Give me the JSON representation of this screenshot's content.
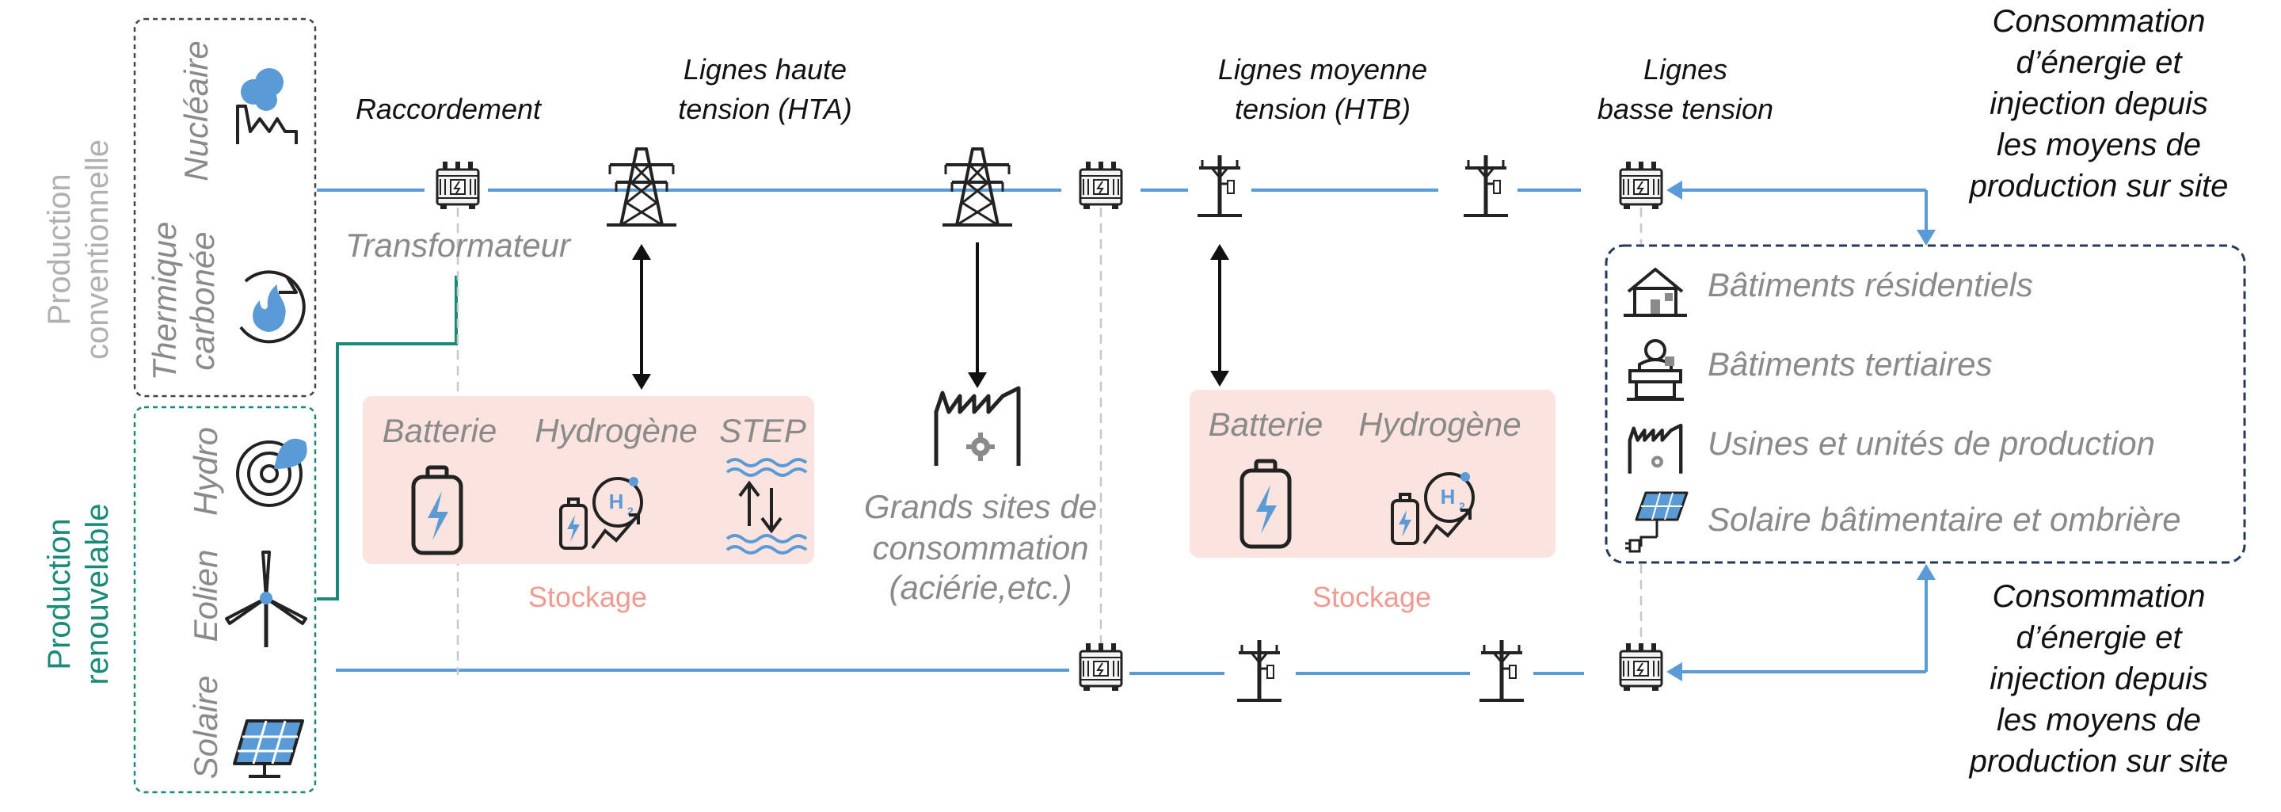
{
  "side_labels": {
    "conventional": [
      "Production",
      "conventionnelle"
    ],
    "renewable": [
      "Production",
      "renouvelable"
    ]
  },
  "sources": {
    "nucleaire": "Nucléaire",
    "thermique": [
      "Thermique",
      "carbonée"
    ],
    "hydro": "Hydro",
    "eolien": "Eolien",
    "solaire": "Solaire"
  },
  "network_labels": {
    "raccordement": "Raccordement",
    "transformateur": "Transformateur",
    "hta": [
      "Lignes haute",
      "tension (HTA)"
    ],
    "htb": [
      "Lignes moyenne",
      "tension (HTB)"
    ],
    "bt": [
      "Lignes",
      "basse tension"
    ]
  },
  "consumption_note": [
    "Consommation",
    "d’énergie et",
    "injection depuis",
    "les moyens de",
    "production sur site"
  ],
  "storage_left": {
    "items": [
      "Batterie",
      "Hydrogène",
      "STEP"
    ],
    "caption": "Stockage"
  },
  "storage_right": {
    "items": [
      "Batterie",
      "Hydrogène"
    ],
    "caption": "Stockage"
  },
  "large_sites": [
    "Grands sites de",
    "consommation",
    "(aciérie,etc.)"
  ],
  "consumers": [
    "Bâtiments résidentiels",
    "Bâtiments tertiaires",
    "Usines et unités de production",
    "Solaire bâtimentaire et ombrière"
  ],
  "icon_names": {
    "h2": "H2",
    "h2_sub": "2"
  },
  "colors": {
    "line_blue": "#5b9bd5",
    "renewable_green": "#1a8a78",
    "storage_bg": "#fbe3e0",
    "storage_text": "#f09a90",
    "gray_text": "#8a8a8a"
  }
}
